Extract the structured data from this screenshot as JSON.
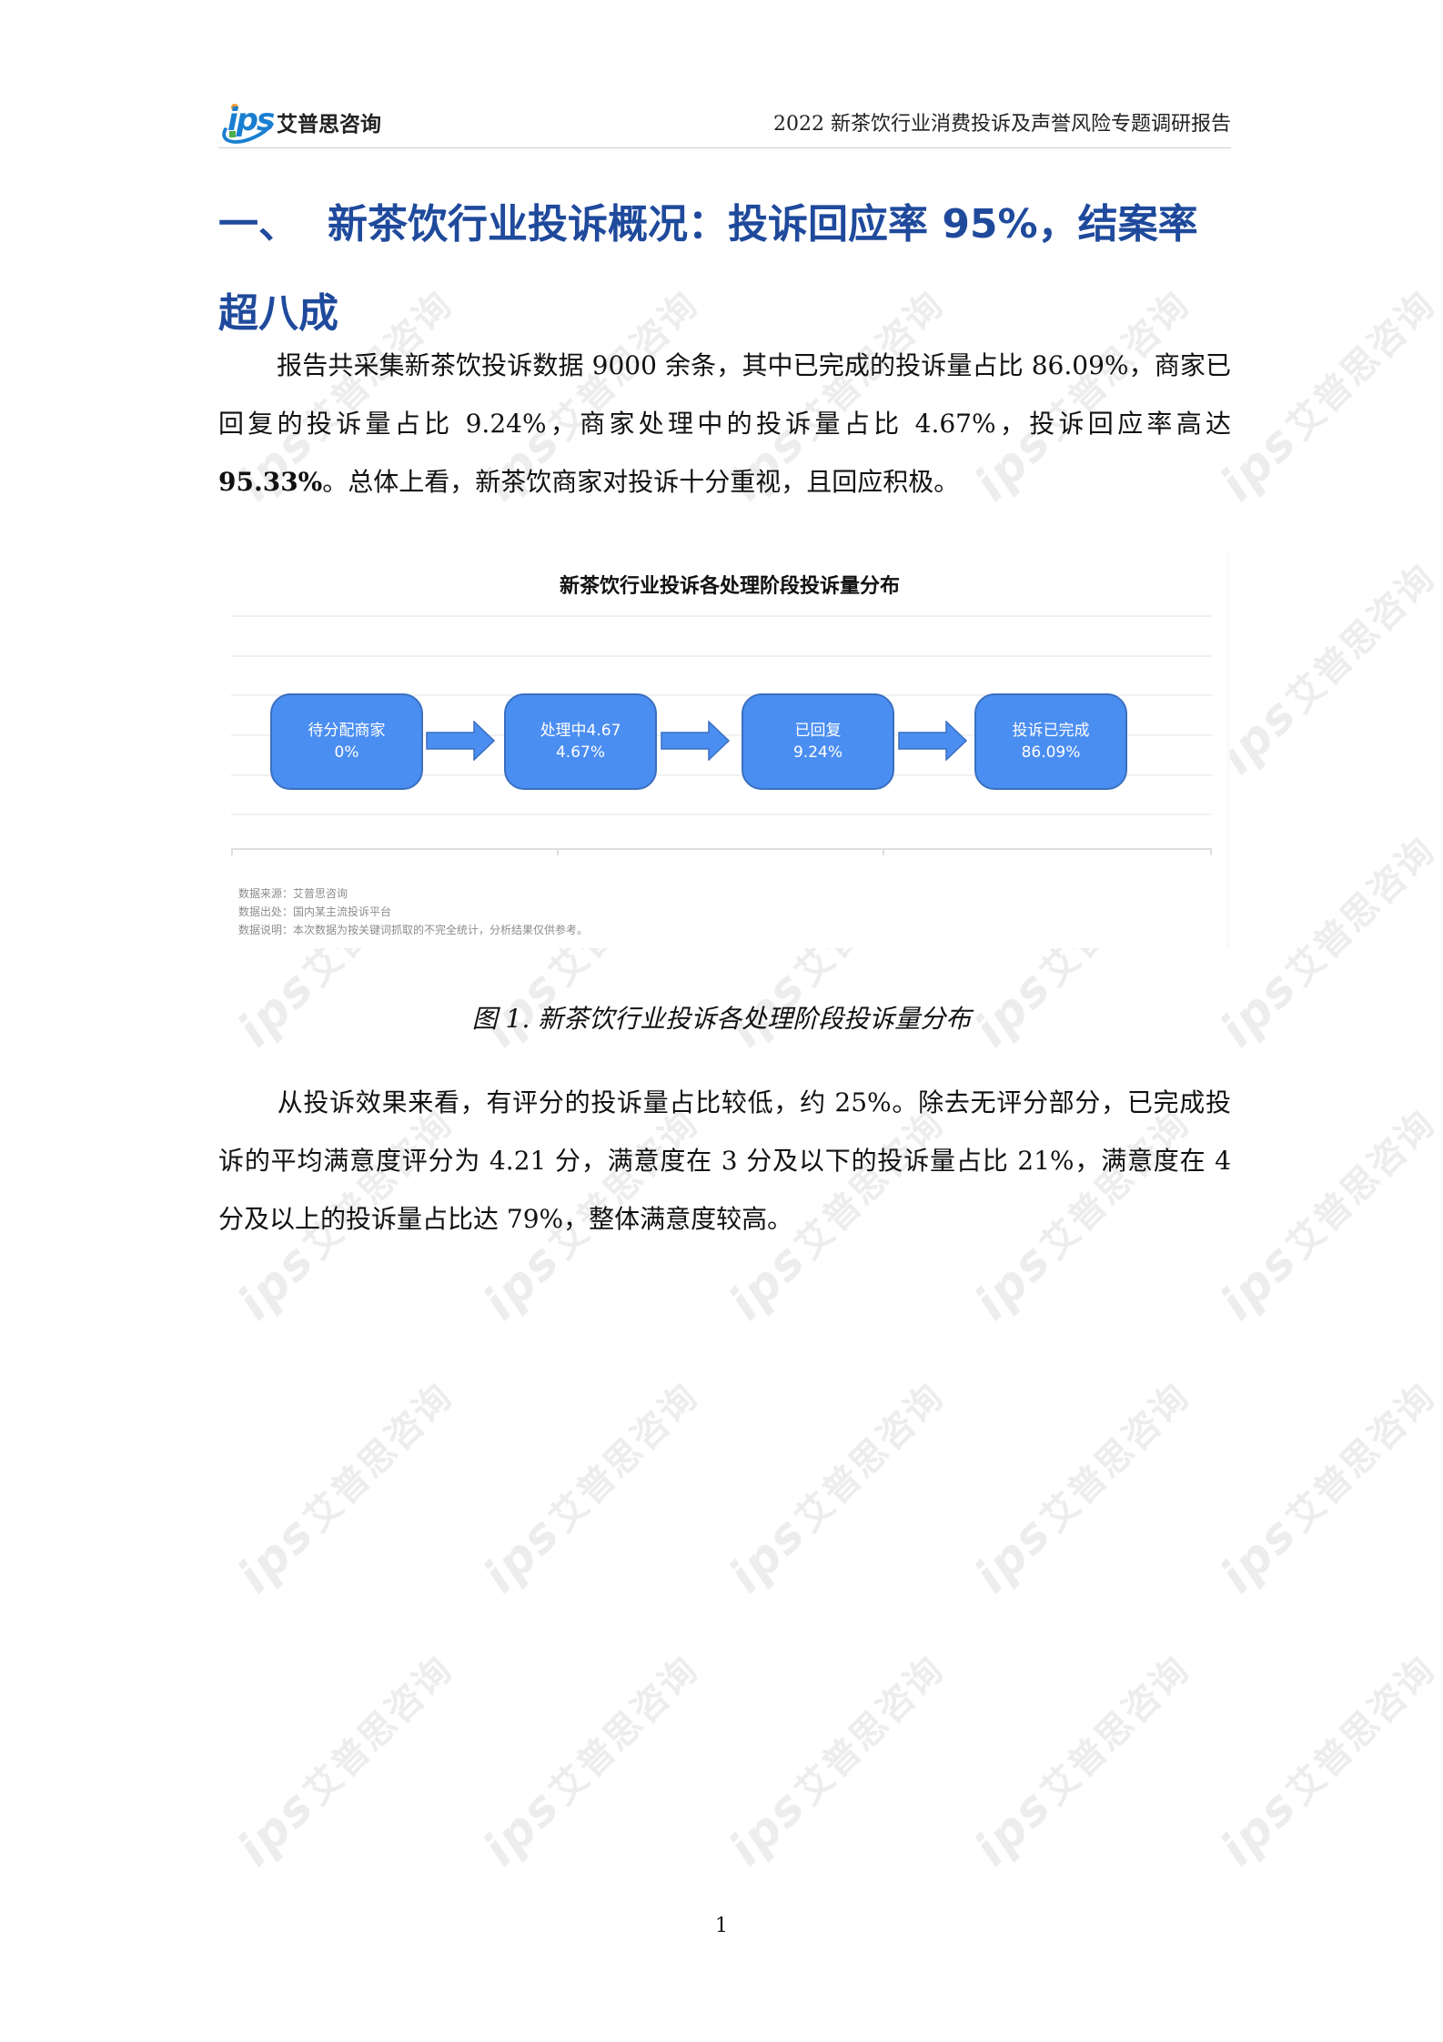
{
  "header": {
    "logo_mark": "ips",
    "logo_name": "艾普思咨询",
    "report_title": "2022 新茶饮行业消费投诉及声誉风险专题调研报告"
  },
  "section": {
    "number": "一、",
    "title_line1": "新茶饮行业投诉概况：投诉回应率 95%，结案率",
    "title_line2": "超八成"
  },
  "paragraph1": {
    "part1": "报告共采集新茶饮投诉数据 9000 余条，其中已完成的投诉量占比 86.09%，商家已回复的投诉量占比 9.24%，商家处理中的投诉量占比 4.67%，投诉回应率高达 ",
    "emphasis": "95.33%",
    "part2": "。总体上看，新茶饮商家对投诉十分重视，且回应积极。"
  },
  "figure": {
    "title": "新茶饮行业投诉各处理阶段投诉量分布",
    "stages": [
      {
        "label": "待分配商家",
        "value": "0%"
      },
      {
        "label": "处理中4.67",
        "value": "4.67%"
      },
      {
        "label": "已回复",
        "value": "9.24%"
      },
      {
        "label": "投诉已完成",
        "value": "86.09%"
      }
    ],
    "box_color": "#4b8ef1",
    "notes": [
      "数据来源：艾普思咨询",
      "数据出处：国内某主流投诉平台",
      "数据说明：本次数据为按关键词抓取的不完全统计，分析结果仅供参考。"
    ],
    "caption": "图 1.  新茶饮行业投诉各处理阶段投诉量分布"
  },
  "paragraph2": {
    "text": "从投诉效果来看，有评分的投诉量占比较低，约 25%。除去无评分部分，已完成投诉的平均满意度评分为 4.21 分，满意度在 3 分及以下的投诉量占比 21%，满意度在 4 分及以上的投诉量占比达 79%，整体满意度较高。"
  },
  "watermark": {
    "mark": "ips",
    "text": "艾普思咨询"
  },
  "footer": {
    "page_number": "1"
  },
  "colors": {
    "heading": "#1f4a9c",
    "stage_box": "#4b8ef1",
    "logo_blue": "#1a7fd1"
  }
}
